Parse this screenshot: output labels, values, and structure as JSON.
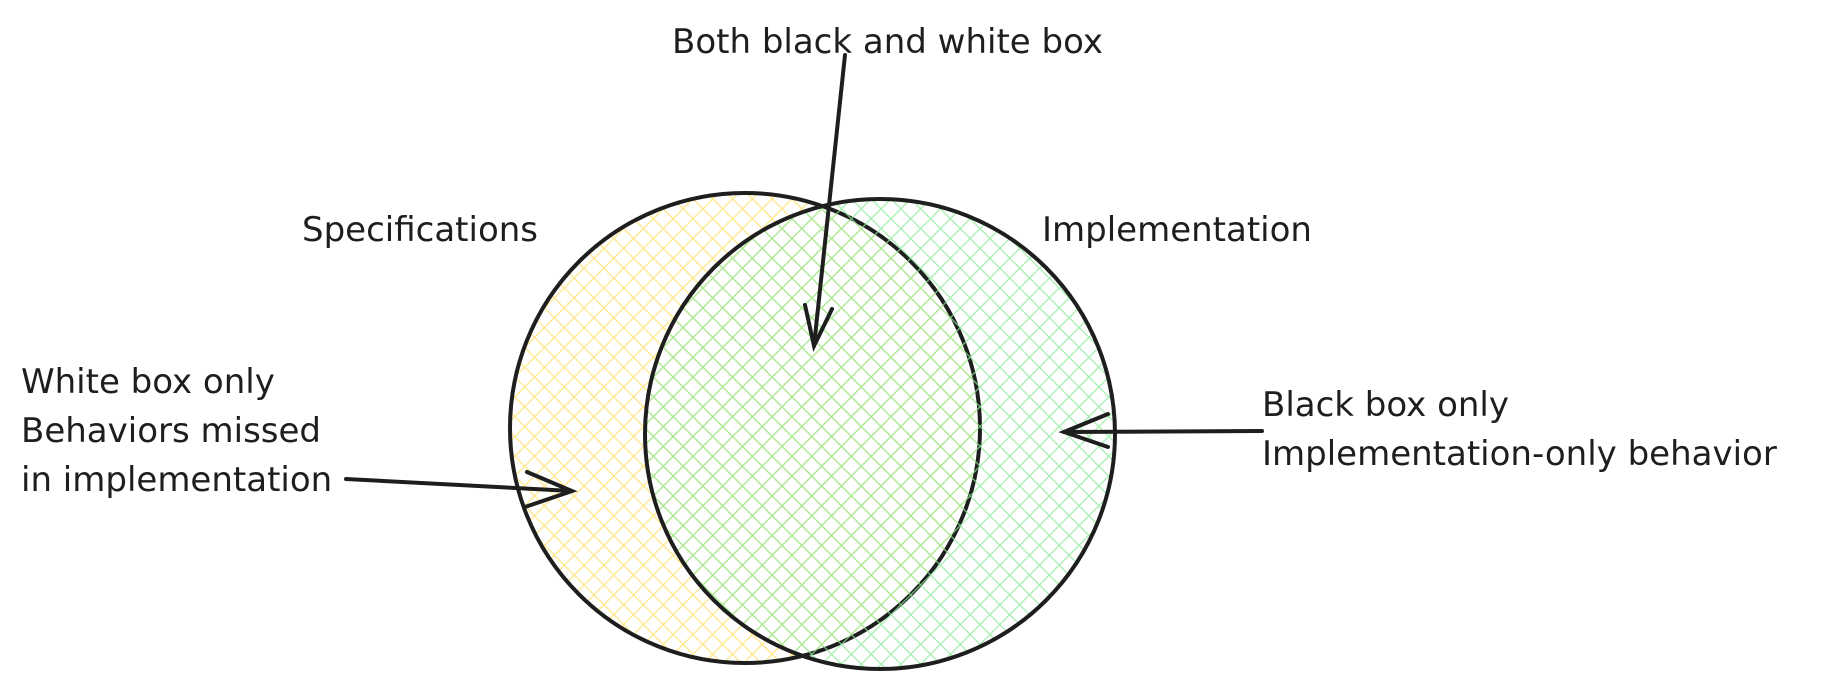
{
  "title": "Both black and white box",
  "circles": {
    "left": {
      "label": "Specifications",
      "color": "#ffe066"
    },
    "right": {
      "label": "Implementation",
      "color": "#8ce99a"
    }
  },
  "annotations": {
    "white_box": [
      "White box only",
      "Behaviors missed",
      "in implementation"
    ],
    "black_box": [
      "Black box only",
      "Implementation-only behavior"
    ]
  },
  "stroke_color": "#1e1e1e"
}
